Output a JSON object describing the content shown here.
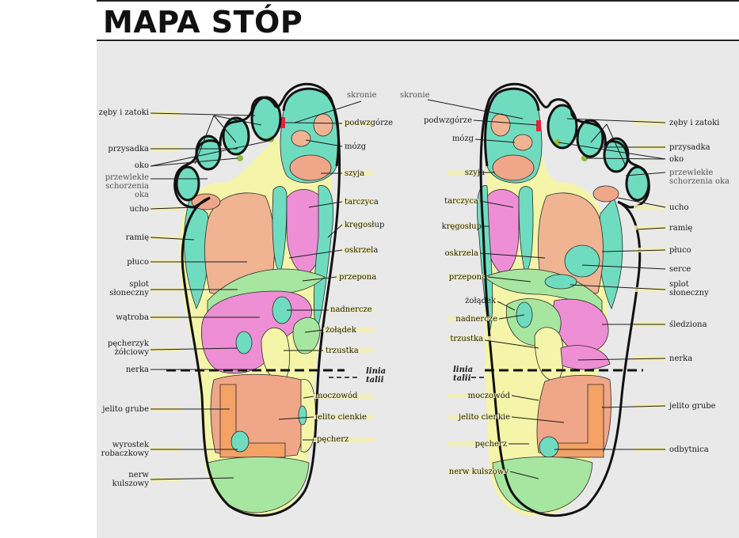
{
  "title": "MAPA STÓP",
  "labels": {
    "skronie": "skronie",
    "zeby": "zęby i zatoki",
    "podwzgorze": "podwzgórze",
    "przysadka": "przysadka",
    "mozg": "mózg",
    "oko": "oko",
    "przewlekle1": "przewlekłe",
    "przewlekle2": "schorzenia",
    "przewlekle3": "oka",
    "przewlekle_right": "schorzenia oka",
    "szyja": "szyja",
    "ucho": "ucho",
    "tarczyca": "tarczyca",
    "kregoslup": "kręgosłup",
    "ramie": "ramię",
    "oskrzela": "oskrzela",
    "pluco": "płuco",
    "przepona": "przepona",
    "splot1": "splot",
    "splot2": "słoneczny",
    "nadnercze": "nadnercze",
    "watroba": "wątroba",
    "zoladek": "żołądek",
    "pecherzyk1": "pęcherzyk",
    "pecherzyk2": "żółciowy",
    "trzustka": "trzustka",
    "nerka": "nerka",
    "linia1": "linia",
    "linia2": "talii",
    "moczowod": "moczowód",
    "jelito_grube": "jelito grube",
    "jelito_cienkie": "jelito cienkie",
    "wyrostek1": "wyrostek",
    "wyrostek2": "robaczkowy",
    "pecherz": "pęcherz",
    "nerw1": "nerw",
    "nerw2": "kulszowy",
    "nerw_kulszowy": "nerw kulszowy",
    "serce": "serce",
    "sledziona": "śledziona",
    "odbytnica": "odbytnica",
    "zoladek_right": "żołądek"
  },
  "colors": {
    "outline": "#111111",
    "teal": "#6fdcc0",
    "salmon": "#f0a688",
    "pink": "#ee8fd6",
    "lightgreen": "#b6eda0",
    "yellow": "#f4f5a8",
    "orange": "#f5a267",
    "red": "#e8203a",
    "panel": "#e9e9e9"
  }
}
